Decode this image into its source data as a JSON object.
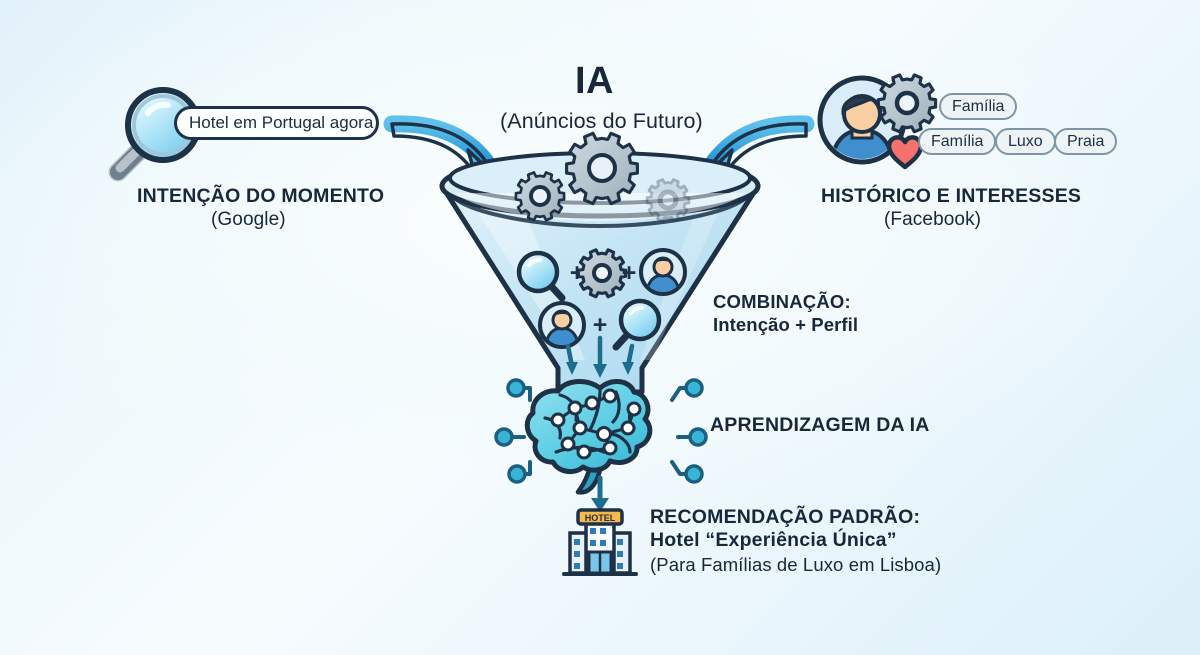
{
  "title": {
    "main": "IA",
    "subtitle": "(Anúncios do Futuro)"
  },
  "left_source": {
    "search_query": "Hotel em Portugal agora",
    "label": "INTENÇÃO DO MOMENTO",
    "sublabel": "(Google)",
    "icon": "magnifier-icon"
  },
  "right_source": {
    "label": "HISTÓRICO E INTERESSES",
    "sublabel": "(Facebook)",
    "icon": "user-profile-gear-heart-icon",
    "tags_top": [
      "Família"
    ],
    "tags_bottom": [
      "Família",
      "Luxo",
      "Praia"
    ]
  },
  "funnel": {
    "gears_icon": "gears-icon",
    "combination": {
      "title": "COMBINAÇÃO:",
      "subtitle": "Intenção + Perfil",
      "row1": [
        "magnifier-icon",
        "+",
        "gear-icon",
        "+",
        "user-icon"
      ],
      "row2": [
        "user-icon",
        "+",
        "magnifier-icon"
      ]
    }
  },
  "learning": {
    "label": "APRENDIZAGEM DA IA",
    "icon": "brain-network-icon"
  },
  "result": {
    "icon": "hotel-building-icon",
    "icon_sign": "HOTEL",
    "line1": "RECOMENDAÇÃO PADRÃO:",
    "line2": "Hotel “Experiência Única”",
    "line3": "(Para Famílias de Luxo em Lisboa)"
  },
  "colors": {
    "ink": "#17283a",
    "arrow_blue": "#2f9fe0",
    "funnel_fill": "#cbe7f5",
    "brain": "#62cfe4",
    "heart": "#f4716e",
    "gear_gray": "#aebcc6",
    "skin": "#fbcfa4",
    "shirt_blue": "#3f8fcf",
    "hotel_sign": "#f6b94b"
  }
}
